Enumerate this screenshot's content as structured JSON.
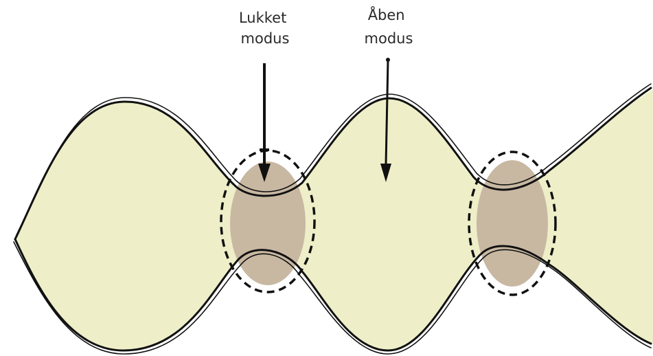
{
  "labels": {
    "closed_mode": [
      "Lukket",
      "modus"
    ],
    "open_mode": [
      "Åben",
      "modus"
    ]
  },
  "colors": {
    "body_fill": "#eeeec8",
    "node_fill": "#c8b8a2",
    "outline": "#111111",
    "text": "#2a2a2a"
  }
}
